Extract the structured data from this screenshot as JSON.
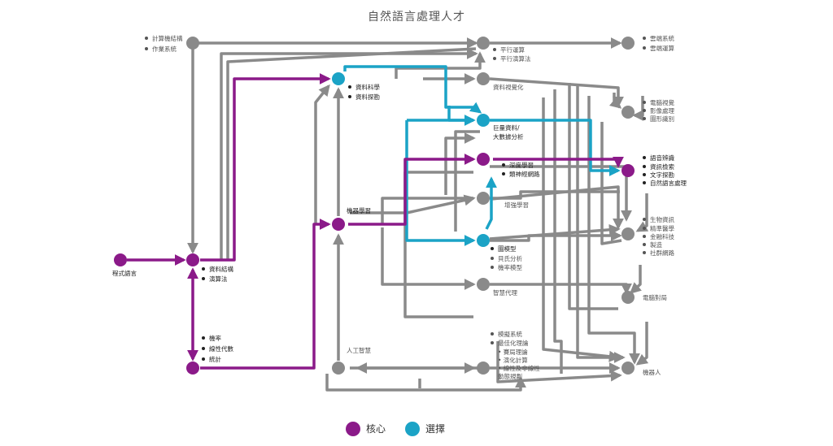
{
  "title": "自然語言處理人才",
  "colors": {
    "core": "#8b1a89",
    "elective": "#1ba3c6",
    "neutral": "#8a8a8a"
  },
  "legend": [
    {
      "label": "核心",
      "color": "#8b1a89"
    },
    {
      "label": "選擇",
      "color": "#1ba3c6"
    }
  ],
  "nodes": {
    "prog_lang": {
      "items": [
        "程式語言"
      ],
      "kind": "core"
    },
    "data_struct": {
      "items": [
        "資料結構",
        "演算法"
      ],
      "kind": "core"
    },
    "math": {
      "items": [
        "機率",
        "線性代數",
        "統計"
      ],
      "kind": "core"
    },
    "comp_sys": {
      "items": [
        "計算機結構",
        "作業系統"
      ],
      "kind": "neutral"
    },
    "data_sci": {
      "items": [
        "資料科學",
        "資料探勘"
      ],
      "kind": "elective"
    },
    "ml": {
      "items": [
        "機器學習"
      ],
      "kind": "core"
    },
    "ai": {
      "items": [
        "人工智慧"
      ],
      "kind": "neutral"
    },
    "parallel": {
      "items": [
        "平行運算",
        "平行演算法"
      ],
      "kind": "neutral"
    },
    "viz": {
      "items": [
        "資料視覺化"
      ],
      "kind": "neutral"
    },
    "bigdata": {
      "items": [
        "巨量資料/",
        "大數據分析"
      ],
      "kind": "elective"
    },
    "dl": {
      "items": [
        "深度學習",
        "類神經網路"
      ],
      "kind": "core"
    },
    "rl": {
      "items": [
        "增強學習"
      ],
      "kind": "neutral"
    },
    "graph": {
      "items": [
        "圖模型",
        "貝氏分析",
        "機率模型"
      ],
      "kind": "elective"
    },
    "agent": {
      "items": [
        "智慧代理"
      ],
      "kind": "neutral"
    },
    "optim": {
      "items": [
        "模擬系統",
        "最佳化理論",
        "• 賽局理論",
        "• 演化計算",
        "• 線性及非線性",
        "  動態規劃"
      ],
      "kind": "neutral"
    },
    "cloud": {
      "items": [
        "雲端系統",
        "雲端運算"
      ],
      "kind": "neutral"
    },
    "cv": {
      "items": [
        "電腦視覺",
        "影像處理",
        "圖形識別"
      ],
      "kind": "neutral"
    },
    "nlp": {
      "items": [
        "語音辨識",
        "資訊檢索",
        "文字探勘",
        "自然語言處理"
      ],
      "kind": "core"
    },
    "apps": {
      "items": [
        "生物資訊",
        "精準醫學",
        "金融科技",
        "製造",
        "社群網路"
      ],
      "kind": "neutral"
    },
    "game": {
      "items": [
        "電腦對局"
      ],
      "kind": "neutral"
    },
    "robot": {
      "items": [
        "機器人"
      ],
      "kind": "neutral"
    }
  }
}
